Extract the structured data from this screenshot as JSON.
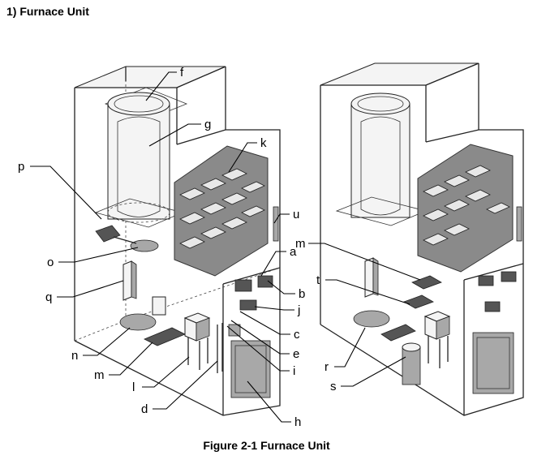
{
  "heading": "1) Furnace Unit",
  "caption": "Figure 2-1  Furnace Unit",
  "labels": {
    "f": "f",
    "g": "g",
    "k": "k",
    "p": "p",
    "u": "u",
    "o": "o",
    "a": "a",
    "q": "q",
    "b": "b",
    "j": "j",
    "c": "c",
    "e": "e",
    "n": "n",
    "m": "m",
    "l": "l",
    "i": "i",
    "d": "d",
    "h": "h",
    "m2": "m",
    "t": "t",
    "r": "r",
    "s": "s"
  }
}
